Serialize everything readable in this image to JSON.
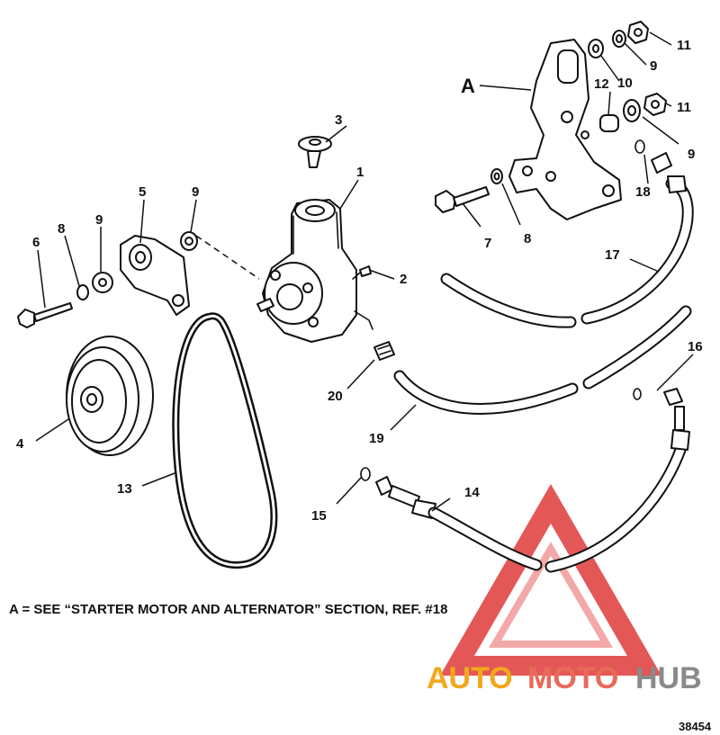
{
  "note": "A = SEE “STARTER MOTOR AND ALTERNATOR” SECTION, REF. #18",
  "figure_number": "38454",
  "watermark": {
    "text_a": "AUTO",
    "text_b": "MOTO",
    "text_c": "HUB",
    "color_main": "#f2a81d",
    "color_red": "#e03a3a",
    "color_dark": "#8a8a8a"
  },
  "labels": {
    "A": "A",
    "l1": "1",
    "l2": "2",
    "l3": "3",
    "l4": "4",
    "l5": "5",
    "l6": "6",
    "l7": "7",
    "l8a": "8",
    "l8b": "8",
    "l9a": "9",
    "l9b": "9",
    "l9c": "9",
    "l9d": "9",
    "l10": "10",
    "l11a": "11",
    "l11b": "11",
    "l12": "12",
    "l13": "13",
    "l14": "14",
    "l15": "15",
    "l16": "16",
    "l17": "17",
    "l18": "18",
    "l19": "19",
    "l20": "20"
  },
  "parts": [
    {
      "name": "power-steering-pump"
    },
    {
      "name": "pulley"
    },
    {
      "name": "drive-belt"
    },
    {
      "name": "mounting-bracket"
    },
    {
      "name": "hoses"
    }
  ]
}
